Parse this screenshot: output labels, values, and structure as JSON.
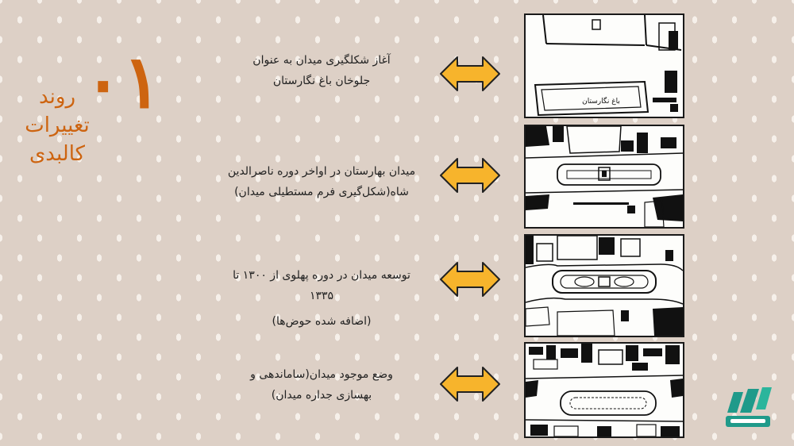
{
  "header": {
    "number": "۰۱",
    "title_lines": [
      "روند",
      "تغییرات",
      "کالبدی"
    ]
  },
  "rows": [
    {
      "lines": [
        "آغاز شکلگیری میدان به عنوان",
        "جلوخان باغ نگارستان"
      ],
      "map_label": "باغ نگارستان"
    },
    {
      "lines": [
        "میدان بهارستان در اواخر دوره ناصرالدین",
        "شاه(شکل‌گیری فرم مستطیلی میدان)"
      ]
    },
    {
      "lines": [
        "توسعه میدان در دوره پهلوی از ۱۳۰۰ تا",
        "۱۳۳۵",
        "(اضافه شده حوض‌ها)"
      ]
    },
    {
      "lines": [
        "وضع موجود میدان(ساماندهی و",
        "بهسازی جداره میدان)"
      ]
    }
  ],
  "colors": {
    "background": "#ddd0c6",
    "dots": "#f6f0ea",
    "accent_orange": "#cd6410",
    "arrow_fill": "#f7b42c",
    "logo_green": "#1f9a8a"
  },
  "icons": {
    "arrow": "double-headed-arrow-icon",
    "logo": "brand-logo-icon"
  }
}
